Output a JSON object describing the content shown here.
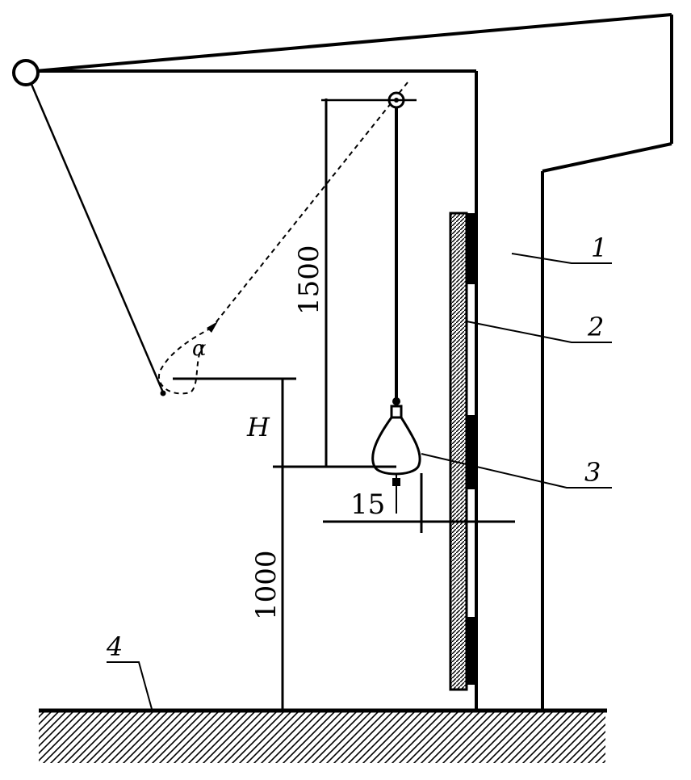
{
  "labels": {
    "part_1": "1",
    "part_2": "2",
    "part_3": "3",
    "part_4": "4",
    "dim_height": "H",
    "dim_1500": "1500",
    "dim_1000": "1000",
    "dim_15": "15",
    "swing_angle": "α"
  },
  "colors": {
    "ink": "#000000",
    "background": "#ffffff"
  }
}
